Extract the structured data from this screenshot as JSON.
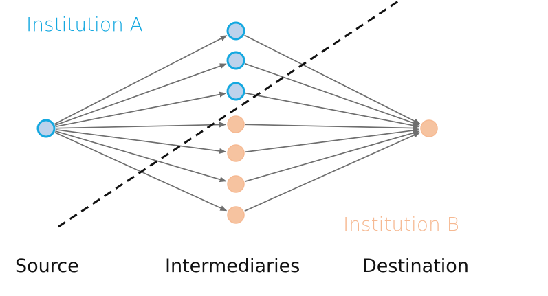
{
  "groups": {
    "a": {
      "label": "Institution A",
      "color": "#14a8e0",
      "fill": "#bcd2ec"
    },
    "b": {
      "label": "Institution B",
      "color": "#f6b992",
      "fill": "#f6c3a0"
    }
  },
  "stages": {
    "source": "Source",
    "intermediaries": "Intermediaries",
    "destination": "Destination"
  },
  "nodes": {
    "source": {
      "group": "a"
    },
    "intermediaries": [
      "a",
      "a",
      "a",
      "b",
      "b",
      "b",
      "b"
    ],
    "destination": {
      "group": "b"
    }
  },
  "edge_color": "#6e6e6e",
  "divider": {
    "style": "dashed",
    "color": "#111111"
  }
}
